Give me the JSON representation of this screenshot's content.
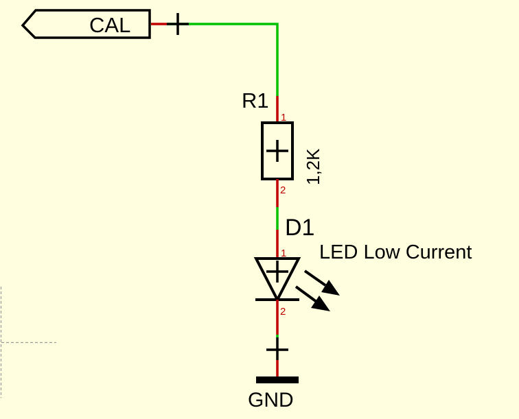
{
  "colors": {
    "background": "#ffffe0",
    "wire": "#00c000",
    "pin": "#c00000",
    "symbol": "#000000",
    "sheet_border": "#999999"
  },
  "port": {
    "name": "CAL",
    "direction": "output-left"
  },
  "resistor": {
    "designator": "R1",
    "value": "1,2K",
    "pin1": "1",
    "pin2": "2"
  },
  "led": {
    "designator": "D1",
    "value": "LED Low Current",
    "pin1": "1",
    "pin2": "2"
  },
  "ground": {
    "name": "GND"
  }
}
